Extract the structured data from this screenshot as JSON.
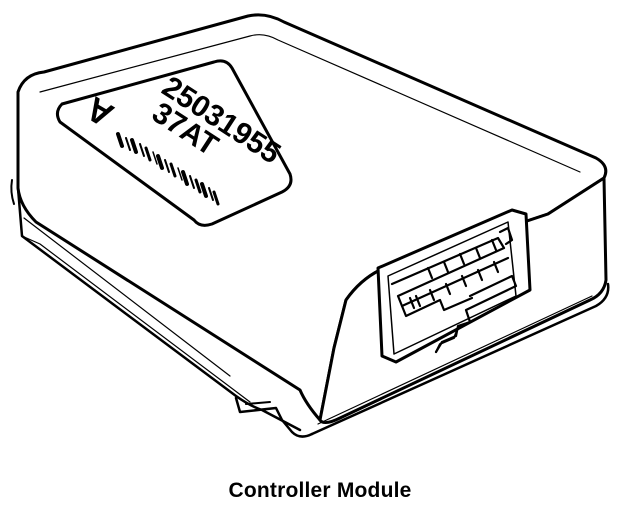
{
  "caption": "Controller Module",
  "module_label": {
    "logo": "A",
    "part_number": "25031955",
    "code": "37AT"
  },
  "colors": {
    "ink": "#000000",
    "paper": "#ffffff"
  }
}
